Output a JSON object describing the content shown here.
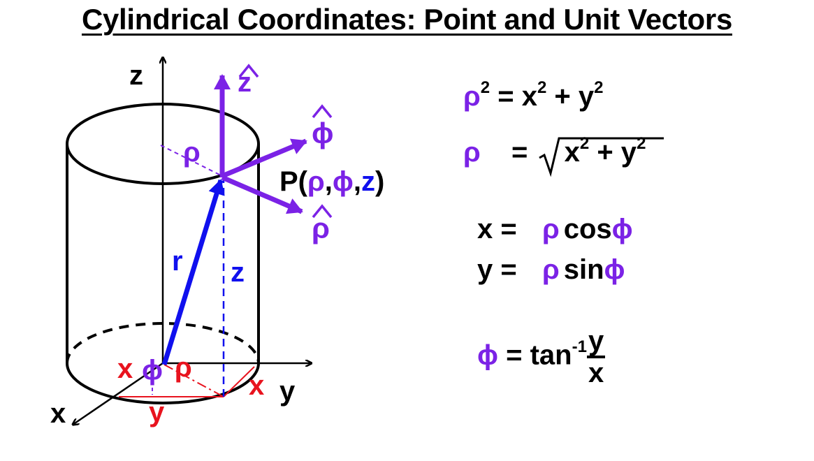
{
  "title": "Cylindrical Coordinates: Point and Unit Vectors",
  "colors": {
    "purple": "#7b22e6",
    "blue": "#1010ee",
    "red": "#e8131e",
    "black": "#000000"
  },
  "diagram": {
    "axis_z": "z",
    "axis_x": "x",
    "axis_y": "y",
    "unit_z": "z",
    "unit_phi": "ϕ",
    "unit_rho": "ρ",
    "rho_label": "ρ",
    "point_label": {
      "prefix": "P(",
      "rho": "ρ",
      "comma1": ",",
      "phi": "ϕ",
      "comma2": ",",
      "z": "z",
      "suffix": ")"
    },
    "r_label": "r",
    "z_height_label": "z",
    "base_x_left": "x",
    "base_phi": "ϕ",
    "base_rho": "ρ",
    "base_x_right": "x",
    "base_y": "y"
  },
  "equations": {
    "eq1": {
      "lhs": "ρ",
      "lhs_sup": "2",
      "eq": "= x",
      "x_sup": "2",
      "plus": " + y",
      "y_sup": "2"
    },
    "eq2": {
      "lhs": "ρ",
      "eq": "=",
      "rad_x": "x",
      "rad_x_sup": "2",
      "rad_plus": " + y",
      "rad_y_sup": "2"
    },
    "eq3": {
      "lhs": "x =",
      "rho": "ρ",
      "func": "cos",
      "phi": "ϕ"
    },
    "eq4": {
      "lhs": "y =",
      "rho": "ρ",
      "func": "sin",
      "phi": "ϕ"
    },
    "eq5": {
      "phi": "ϕ",
      "eq": "= tan",
      "sup": "-1",
      "num": "y",
      "den": "x"
    }
  }
}
